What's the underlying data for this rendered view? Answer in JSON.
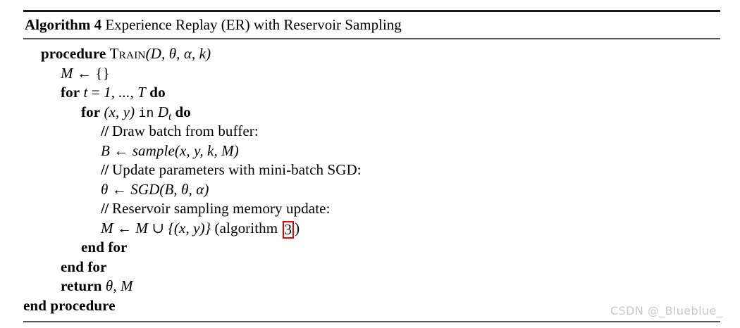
{
  "document": {
    "type": "algorithm-pseudocode-float",
    "title": {
      "label": "Algorithm 4",
      "caption": "Experience Replay (ER) with Reservoir Sampling"
    },
    "lines": [
      {
        "id": "procedure-train",
        "indent": 1,
        "keyword": "procedure",
        "name": "Train",
        "args": "(D, θ, α, k)"
      },
      {
        "id": "init-memory",
        "indent": 2,
        "lhs": "M",
        "arrow": "←",
        "rhs": "{}"
      },
      {
        "id": "for-tasks",
        "indent": 2,
        "keyword": "for",
        "var": "t",
        "eq": "=",
        "range": "1, ..., T",
        "do": "do"
      },
      {
        "id": "for-samples",
        "indent": 3,
        "keyword": "for",
        "pair": "(x, y)",
        "in": "in",
        "dataset": "D",
        "dataset_sub": "t",
        "do": "do"
      },
      {
        "id": "comment-draw-batch",
        "indent": 4,
        "slashes": "//",
        "text": "Draw batch from buffer:"
      },
      {
        "id": "sample-batch",
        "indent": 4,
        "lhs": "B",
        "arrow": "←",
        "fn": "sample",
        "args": "(x, y, k, M)"
      },
      {
        "id": "comment-update-params",
        "indent": 4,
        "slashes": "//",
        "text": "Update parameters with mini-batch SGD:"
      },
      {
        "id": "sgd-step",
        "indent": 4,
        "lhs": "θ",
        "arrow": "←",
        "fn": "SGD",
        "args": "(B, θ, α)"
      },
      {
        "id": "comment-reservoir",
        "indent": 4,
        "slashes": "//",
        "text": "Reservoir sampling memory update:"
      },
      {
        "id": "memory-update",
        "indent": 4,
        "lhs": "M",
        "arrow": "←",
        "rhs_left": "M",
        "union": "∪",
        "rhs_set": "{(x, y)}",
        "ref_prefix": "(algorithm ",
        "ref_number": "3",
        "ref_suffix": ")"
      },
      {
        "id": "end-for-inner",
        "indent": 3,
        "keyword": "end for"
      },
      {
        "id": "end-for-outer",
        "indent": 2,
        "keyword": "end for"
      },
      {
        "id": "return-stmt",
        "indent": 2,
        "keyword": "return",
        "values": "θ, M"
      },
      {
        "id": "end-procedure",
        "indent": 0,
        "keyword": "end procedure"
      }
    ]
  },
  "watermark": {
    "text": "CSDN @_Blueblue_"
  },
  "colors": {
    "text": "#000000",
    "rule_top": "#1a1a1a",
    "rule_thin": "#555555",
    "link_box": "#ee0000",
    "watermark": "#c8c8c8"
  }
}
